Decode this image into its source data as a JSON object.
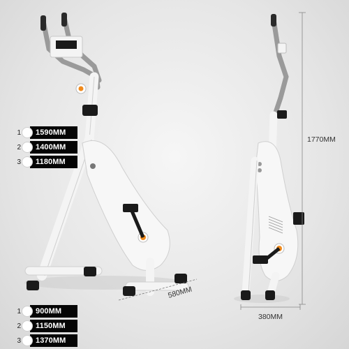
{
  "seat_heights": [
    {
      "num": "1",
      "value": "1590MM"
    },
    {
      "num": "2",
      "value": "1400MM"
    },
    {
      "num": "3",
      "value": "1180MM"
    }
  ],
  "lengths": [
    {
      "num": "1",
      "value": "900MM"
    },
    {
      "num": "2",
      "value": "1150MM"
    },
    {
      "num": "3",
      "value": "1370MM"
    }
  ],
  "dimensions": {
    "height": "1770MM",
    "depth": "580MM",
    "width": "380MM"
  },
  "colors": {
    "frame": "#f4f4f4",
    "handle": "#9a9a9a",
    "accent": "#f08a1c",
    "dark": "#1a1a1a"
  }
}
